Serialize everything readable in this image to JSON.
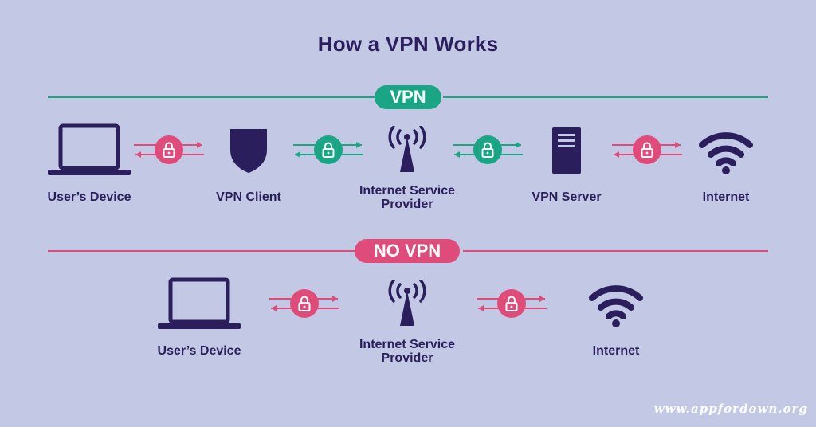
{
  "title": "How a VPN Works",
  "colors": {
    "background": "#c3c9e4",
    "navy": "#2a1f5c",
    "vpn_green": "#1aa585",
    "novpn_pink": "#e04c7a"
  },
  "sections": {
    "vpn": {
      "label": "VPN",
      "nodes": [
        {
          "label": "User’s Device",
          "icon": "laptop-icon"
        },
        {
          "label": "VPN Client",
          "icon": "shield-icon"
        },
        {
          "label": "Internet Service Provider",
          "icon": "antenna-icon"
        },
        {
          "label": "VPN Server",
          "icon": "server-icon"
        },
        {
          "label": "Internet",
          "icon": "wifi-icon"
        }
      ],
      "connectors": [
        "pink",
        "green",
        "green",
        "pink"
      ]
    },
    "no_vpn": {
      "label": "NO VPN",
      "nodes": [
        {
          "label": "User’s Device",
          "icon": "laptop-icon"
        },
        {
          "label": "Internet Service Provider",
          "icon": "antenna-icon"
        },
        {
          "label": "Internet",
          "icon": "wifi-icon"
        }
      ],
      "connectors": [
        "pink",
        "pink"
      ]
    }
  },
  "watermark": "www.appfordown.org"
}
